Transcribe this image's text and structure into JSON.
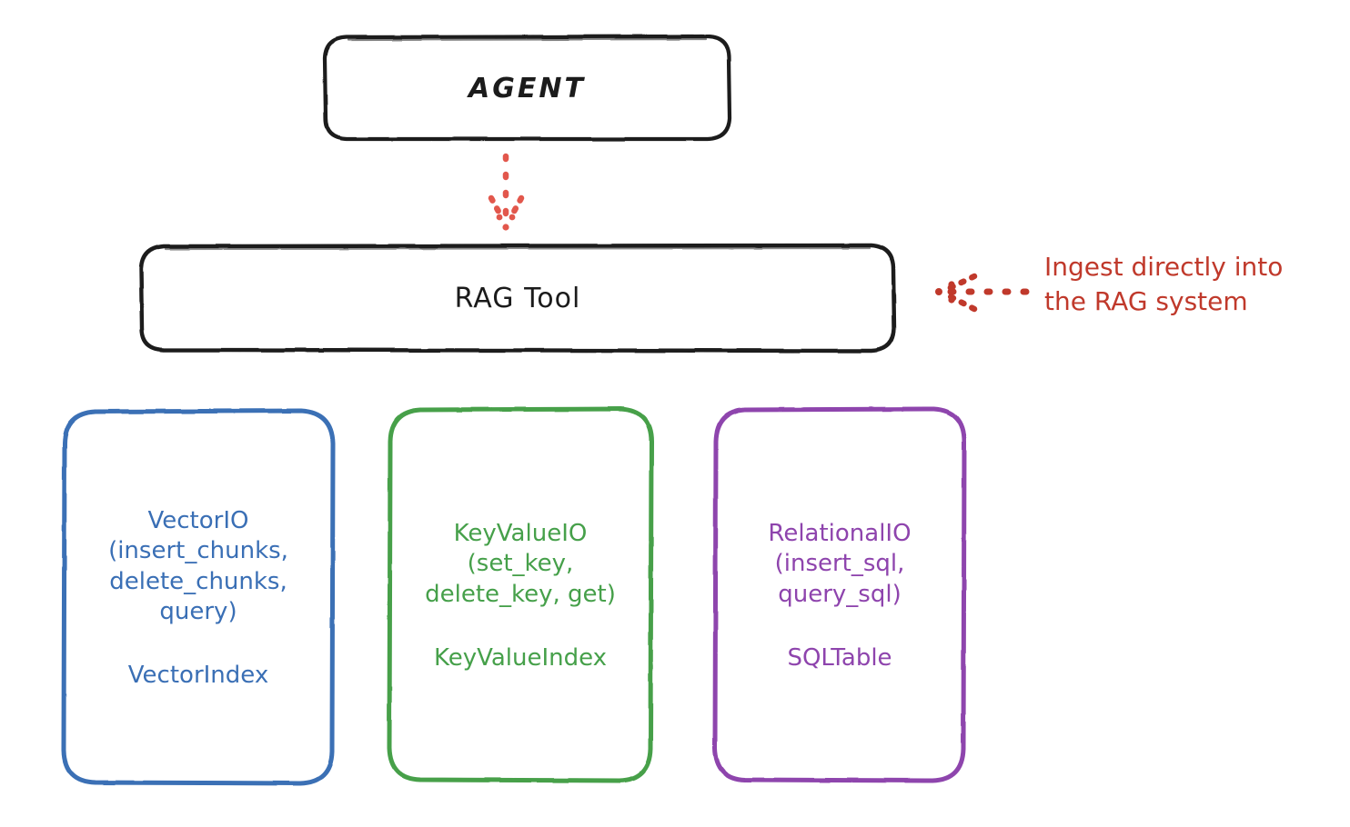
{
  "diagram": {
    "title_semantic": "RAG Tool architecture",
    "background": "#ffffff"
  },
  "nodes": {
    "agent": {
      "label": "AGENT",
      "stroke": "#1b1b1b",
      "shape": "rounded-rect"
    },
    "rag_tool": {
      "label": "RAG Tool",
      "stroke": "#1b1b1b",
      "shape": "rounded-rect"
    },
    "vector_io": {
      "signature": "VectorIO\n(insert_chunks,\ndelete_chunks,\nquery)",
      "index": "VectorIndex",
      "stroke": "#3a6fb5",
      "shape": "rounded-rect"
    },
    "key_value_io": {
      "signature": "KeyValueIO\n(set_key,\ndelete_key, get)",
      "index": "KeyValueIndex",
      "stroke": "#46a04a",
      "shape": "rounded-rect"
    },
    "relational_io": {
      "signature": "RelationalIO\n(insert_sql,\nquery_sql)",
      "index": "SQLTable",
      "stroke": "#8e44ad",
      "shape": "rounded-rect"
    }
  },
  "connectors": {
    "agent_to_rag": {
      "style": "dotted",
      "color": "#e2574c",
      "direction": "down",
      "from": "AGENT",
      "to": "RAG Tool"
    },
    "ingest_arrow": {
      "style": "dotted",
      "color": "#c0392b",
      "direction": "left",
      "to": "RAG Tool"
    }
  },
  "annotations": {
    "ingest": {
      "text": "Ingest directly into\nthe RAG system",
      "color": "#c0392b"
    }
  },
  "colors": {
    "ink": "#1b1b1b",
    "blue": "#3a6fb5",
    "green": "#46a04a",
    "purple": "#8e44ad",
    "red": "#c0392b",
    "red_light": "#e2574c"
  }
}
